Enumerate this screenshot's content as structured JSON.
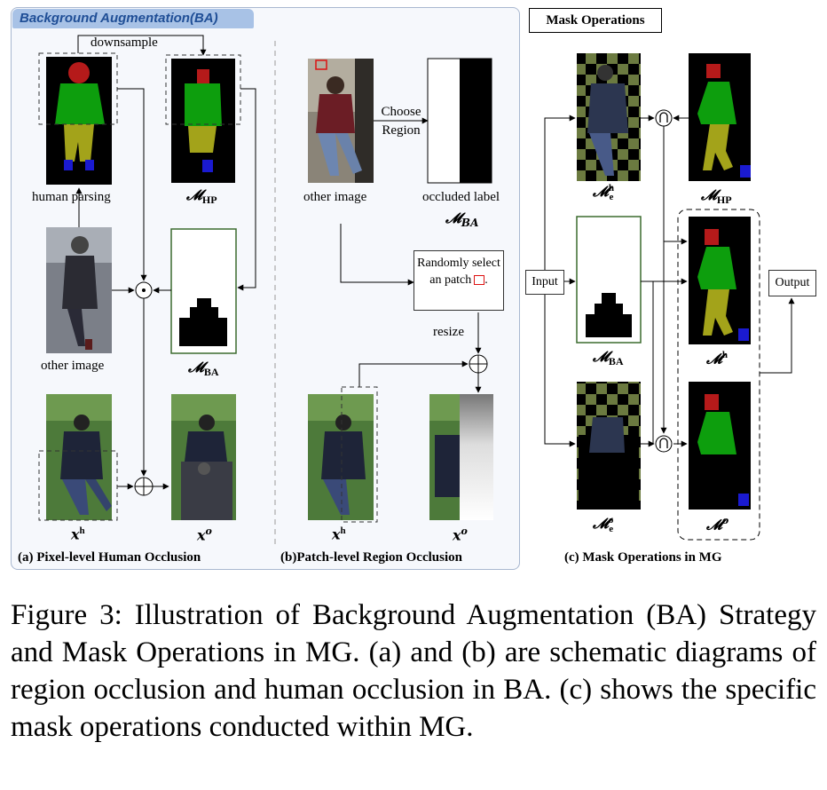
{
  "panel_a_b": {
    "title": "Background Augmentation(BA)",
    "downsample": "downsample",
    "human_parsing": "human parsing",
    "m_hp": "𝓜",
    "m_hp_sub": "HP",
    "other_image_a": "other image",
    "m_ba": "𝓜",
    "m_ba_sub": "BA",
    "xh_a": "x",
    "xh_a_sup": "h",
    "xo_a": "x",
    "xo_a_sup": "o",
    "caption_a": "(a) Pixel-level Human Occlusion",
    "other_image_b": "other image",
    "choose_region": "Choose Region",
    "occluded_label": "occluded label",
    "m_ba_b": "𝓜",
    "m_ba_b_sub": "BA",
    "random_patch": "Randomly select an patch",
    "resize": "resize",
    "xh_b": "x",
    "xh_b_sup": "h",
    "xo_b": "x",
    "xo_b_sup": "o",
    "caption_b": "(b)Patch-level Region Occlusion"
  },
  "panel_c": {
    "title": "Mask Operations",
    "input": "Input",
    "output": "Output",
    "me_h": "𝓜",
    "me_h_sub": "e",
    "me_h_sup": "h",
    "m_hp": "𝓜",
    "m_hp_sub": "HP",
    "m_ba": "𝓜",
    "m_ba_sub": "BA",
    "m_h": "𝓜",
    "m_h_sup": "h",
    "me_o": "𝓜",
    "me_o_sub": "e",
    "me_o_sup": "o",
    "m_o": "𝓜",
    "m_o_sup": "o",
    "caption_c": "(c) Mask Operations in MG"
  },
  "figure_caption": "Figure 3: Illustration of Background Augmentation (BA) Strategy and Mask Operations in MG. (a) and (b) are schematic diagrams of region occlusion and human occlusion in BA. (c) shows the specific mask operations conducted within MG.",
  "colors": {
    "head": "#b51a1a",
    "torso": "#0d9e0d",
    "legs": "#a3a31a",
    "feet": "#1a1ad0",
    "grid": "#6b7a40",
    "photo_green": "#4d7a3a",
    "panel_bg": "#f6f8fc",
    "title_blue": "#1f4e96"
  }
}
